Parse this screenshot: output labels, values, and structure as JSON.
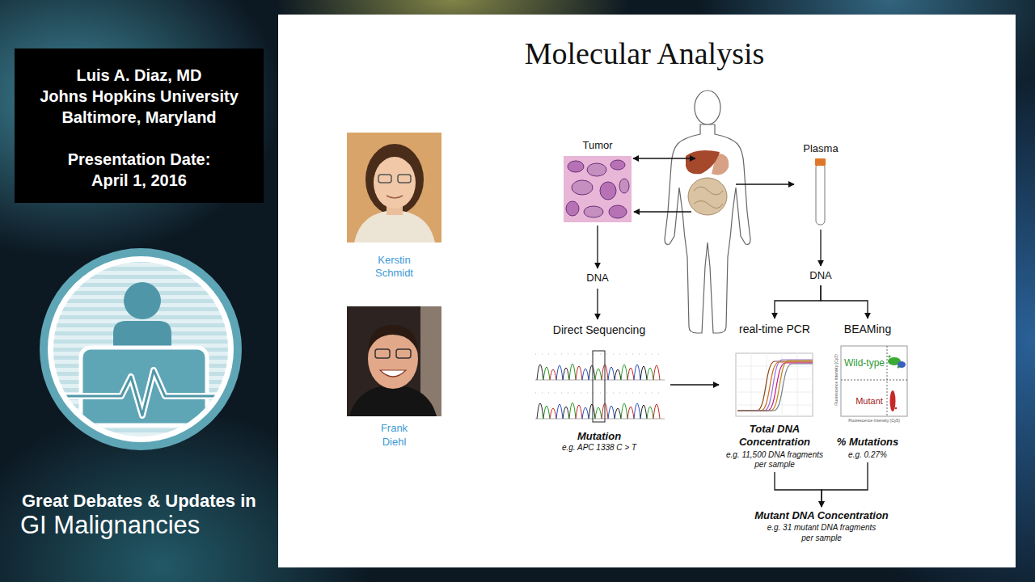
{
  "diagram": {
    "title": "Molecular Analysis",
    "nodes": [
      {
        "text": [
          "Luis A. Diaz, MD",
          "Johns Hopkins University",
          "Baltimore, Maryland",
          "Presentation Date: April 1, 2016"
        ]
      },
      {
        "text": [
          "Kerstin Schmidt"
        ]
      },
      {
        "text": [
          "Frank Diehl"
        ]
      },
      {
        "text": [
          "Tumor"
        ]
      },
      {
        "text": [
          "Plasma"
        ]
      },
      {
        "text": [
          "DNA"
        ]
      },
      {
        "text": [
          "DNA"
        ]
      },
      {
        "text": [
          "Direct Sequencing",
          "Mutation",
          "e.g. APC 1338 C > T"
        ]
      },
      {
        "text": [
          "real-time PCR",
          "Total DNA Concentration",
          "e.g. 11,500 DNA fragments per sample"
        ]
      },
      {
        "text": [
          "BEAMing",
          "% Mutations",
          "e.g. 0.27%"
        ]
      },
      {
        "text": [
          "Mutant DNA Concentration",
          "e.g. 31 mutant DNA fragments per sample"
        ]
      }
    ],
    "edges": [
      {
        "from": 3,
        "to": 5,
        "arrow": "to"
      },
      {
        "from": 5,
        "to": 7,
        "arrow": "to"
      },
      {
        "from": 4,
        "to": 6,
        "arrow": "to"
      },
      {
        "from": 6,
        "to": 8,
        "arrow": "to"
      },
      {
        "from": 6,
        "to": 9,
        "arrow": "to"
      },
      {
        "from": 7,
        "to": 8,
        "arrow": "to"
      },
      {
        "from": 8,
        "to": 10,
        "arrow": "to"
      },
      {
        "from": 9,
        "to": 10,
        "arrow": "to"
      }
    ],
    "labels": [
      "Wild-type",
      "Mutant",
      "Fluorescence Intensity (Cy3)",
      "Fluorescence Intensity (Cy5)",
      "Great Debates & Updates in",
      "GI Malignancies"
    ]
  }
}
